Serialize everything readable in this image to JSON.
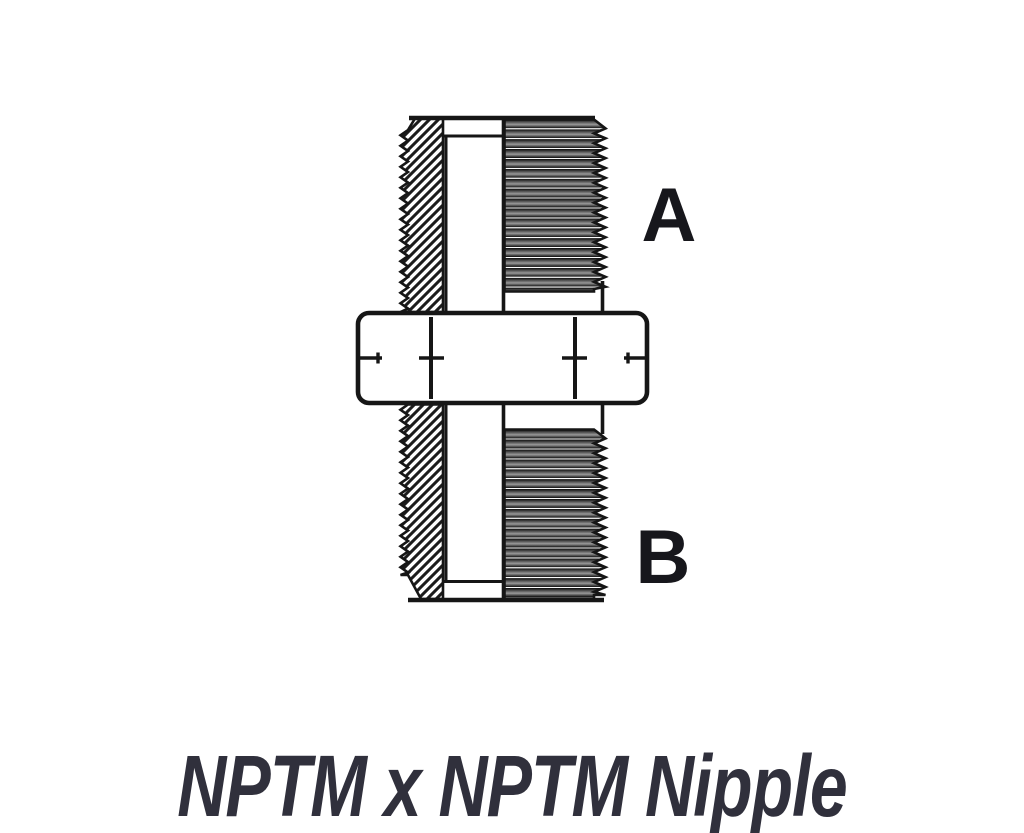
{
  "diagram": {
    "port_a_label": "A",
    "port_b_label": "B",
    "caption": "NPTM x NPTM Nipple"
  },
  "colors": {
    "line": "#161616",
    "label": "#17171c",
    "caption": "#30303c",
    "background": "#ffffff"
  }
}
